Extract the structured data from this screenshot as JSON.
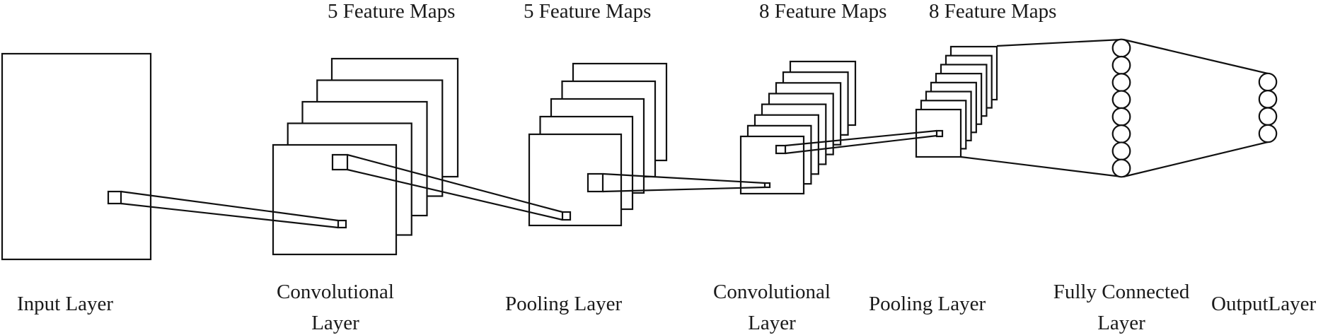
{
  "title": "Convolutional Neural Network architecture",
  "colors": {
    "stroke": "#111111",
    "text": "#1a1a1a",
    "background": "#ffffff"
  },
  "layers": [
    {
      "id": "input",
      "label": [
        "Input Layer"
      ],
      "feature_maps": 1,
      "header": ""
    },
    {
      "id": "conv1",
      "label": [
        "Convolutional",
        "Layer"
      ],
      "feature_maps": 5,
      "header": "5 Feature Maps"
    },
    {
      "id": "pool1",
      "label": [
        "Pooling Layer"
      ],
      "feature_maps": 5,
      "header": "5 Feature Maps"
    },
    {
      "id": "conv2",
      "label": [
        "Convolutional",
        "Layer"
      ],
      "feature_maps": 8,
      "header": "8 Feature Maps"
    },
    {
      "id": "pool2",
      "label": [
        "Pooling Layer"
      ],
      "feature_maps": 8,
      "header": "8 Feature Maps"
    },
    {
      "id": "fc",
      "label": [
        "Fully Connected",
        "Layer"
      ],
      "neurons": 8,
      "header": ""
    },
    {
      "id": "output",
      "label": [
        "OutputLayer"
      ],
      "neurons": 4,
      "header": ""
    }
  ]
}
